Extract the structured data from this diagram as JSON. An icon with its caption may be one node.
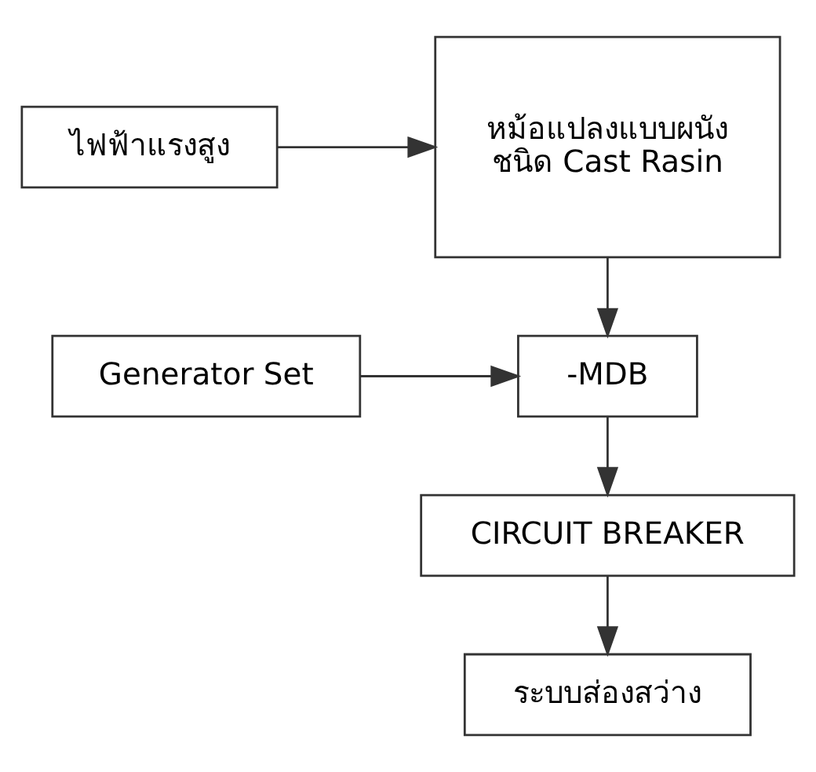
{
  "diagram": {
    "nodes": [
      {
        "text": [
          "ไฟฟ้าแรงสูง"
        ]
      },
      {
        "text": [
          "หม้อแปลงแบบผนัง",
          "ชนิด Cast Rasin"
        ]
      },
      {
        "text": [
          "Generator Set"
        ]
      },
      {
        "text": [
          "-MDB"
        ]
      },
      {
        "text": [
          "CIRCUIT BREAKER"
        ]
      },
      {
        "text": [
          "ระบบส่องสว่าง"
        ]
      }
    ],
    "edges": [
      {
        "from": 0,
        "to": 1,
        "arrow": "to"
      },
      {
        "from": 1,
        "to": 3,
        "arrow": "to"
      },
      {
        "from": 2,
        "to": 3,
        "arrow": "to"
      },
      {
        "from": 3,
        "to": 4,
        "arrow": "to"
      },
      {
        "from": 4,
        "to": 5,
        "arrow": "to"
      }
    ]
  }
}
